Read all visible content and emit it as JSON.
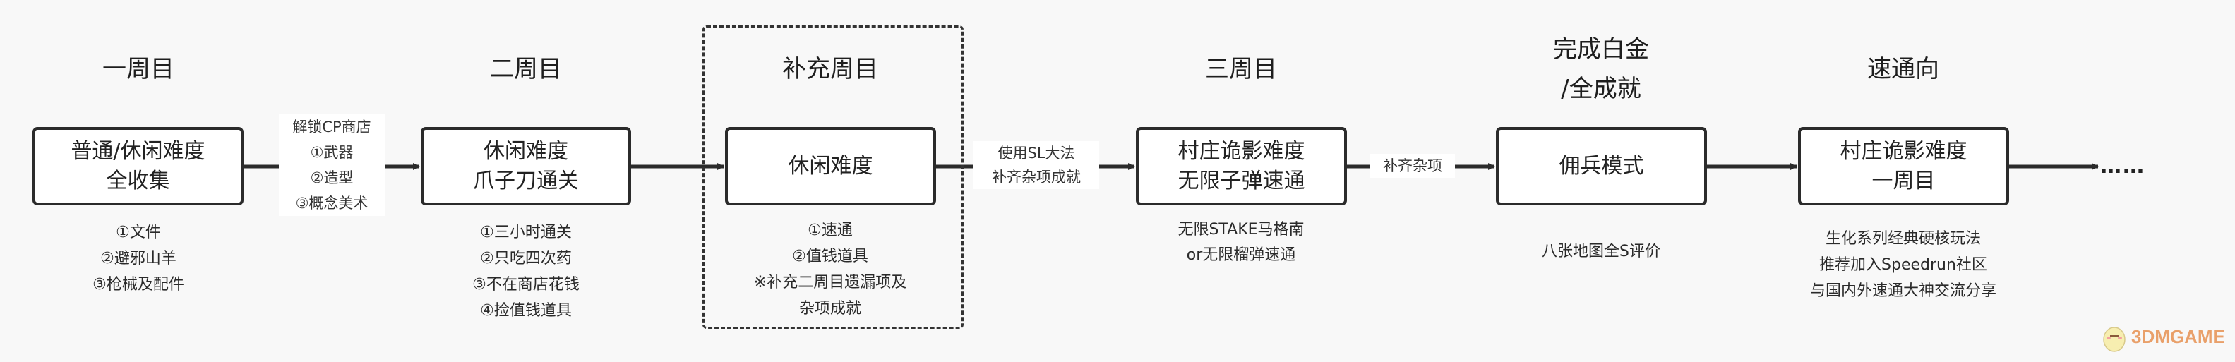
{
  "stages": [
    {
      "title": "一周目",
      "box": [
        "普通/休闲难度",
        "全收集"
      ],
      "notes": [
        "①文件",
        "②避邪山羊",
        "③枪械及配件"
      ]
    },
    {
      "title": "二周目",
      "box": [
        "休闲难度",
        "爪子刀通关"
      ],
      "notes": [
        "①三小时通关",
        "②只吃四次药",
        "③不在商店花钱",
        "④捡值钱道具"
      ]
    },
    {
      "title": "补充周目",
      "box": [
        "休闲难度"
      ],
      "notes": [
        "①速通",
        "②值钱道具",
        "※补充二周目遗漏项及",
        "杂项成就"
      ]
    },
    {
      "title": "三周目",
      "box": [
        "村庄诡影难度",
        "无限子弹速通"
      ],
      "notes": [
        "无限STAKE马格南",
        "or无限榴弹速通"
      ]
    },
    {
      "title": [
        "完成白金",
        "/全成就"
      ],
      "box": [
        "佣兵模式"
      ],
      "notes": [
        "八张地图全S评价"
      ]
    },
    {
      "title": "速通向",
      "box": [
        "村庄诡影难度",
        "一周目"
      ],
      "notes": [
        "生化系列经典硬核玩法",
        "推荐加入Speedrun社区",
        "与国内外速通大神交流分享"
      ]
    }
  ],
  "edge_labels": {
    "unlock": [
      "解锁CP商店",
      "①武器",
      "②造型",
      "③概念美术"
    ],
    "sl": [
      "使用SL大法",
      "补齐杂项成就"
    ],
    "misc": [
      "补齐杂项"
    ]
  },
  "continuation": "……",
  "watermark": "3DMGAME"
}
